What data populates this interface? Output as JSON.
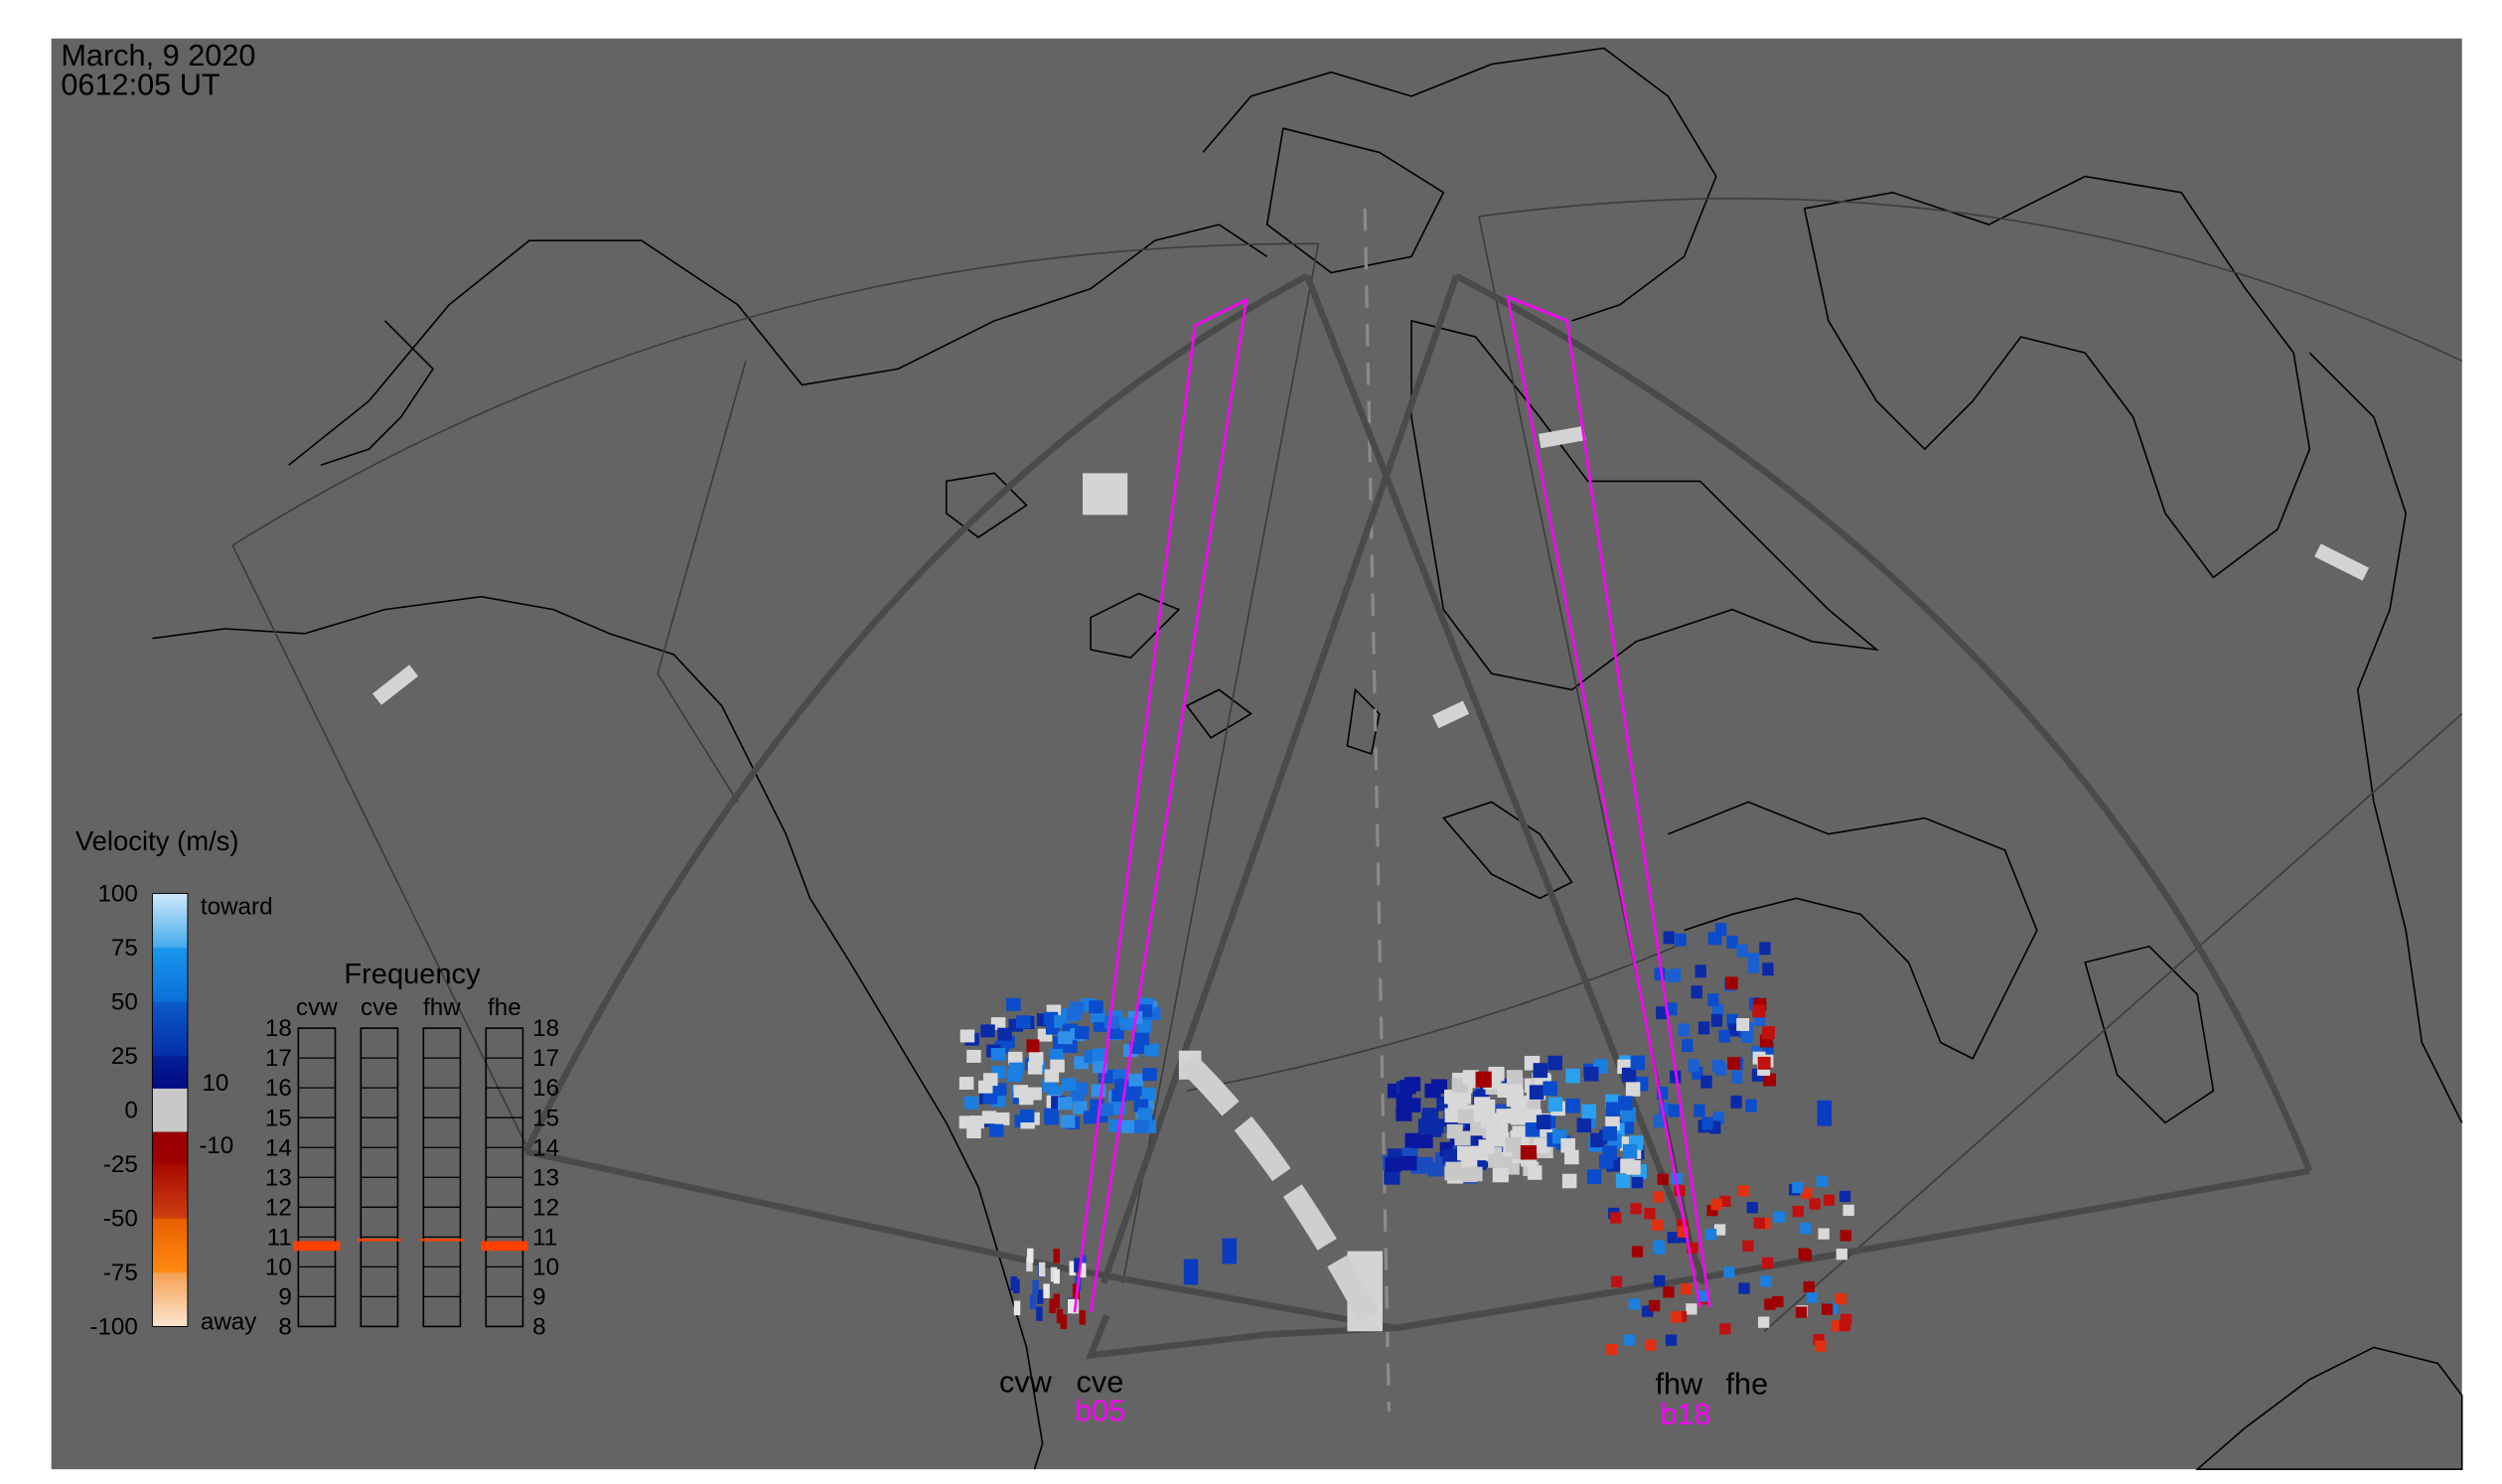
{
  "timestamp": {
    "date": "March, 9 2020",
    "time": "0612:05 UT"
  },
  "velocity_legend": {
    "title": "Velocity (m/s)",
    "ticks": [
      "100",
      "75",
      "50",
      "25",
      "0",
      "-25",
      "-50",
      "-75",
      "-100"
    ],
    "toward_label": "toward",
    "away_label": "away",
    "gs_upper": "10",
    "gs_lower": "-10"
  },
  "frequency_panel": {
    "title": "Frequency",
    "unit_range_mhz": [
      8,
      18
    ],
    "ticks": [
      "18",
      "17",
      "16",
      "15",
      "14",
      "13",
      "12",
      "11",
      "10",
      "9",
      "8"
    ],
    "radars": [
      {
        "name": "cvw",
        "freq_mhz": 10.7,
        "band": true
      },
      {
        "name": "cve",
        "freq_mhz": 10.9,
        "band": false
      },
      {
        "name": "fhw",
        "freq_mhz": 10.9,
        "band": false
      },
      {
        "name": "fhe",
        "freq_mhz": 10.7,
        "band": true
      }
    ]
  },
  "radar_sites": {
    "christmas_valley": {
      "west": "cvw",
      "east": "cve",
      "beam": "b05"
    },
    "fort_hays": {
      "west": "fhw",
      "east": "fhe",
      "beam": "b18"
    }
  },
  "colors": {
    "background": "#646464",
    "beam_highlight": "#ff00ff",
    "fov_outline": "#4a4a4a",
    "ground_scatter": "#c8c8c8",
    "freq_marker": "#ff4000"
  }
}
